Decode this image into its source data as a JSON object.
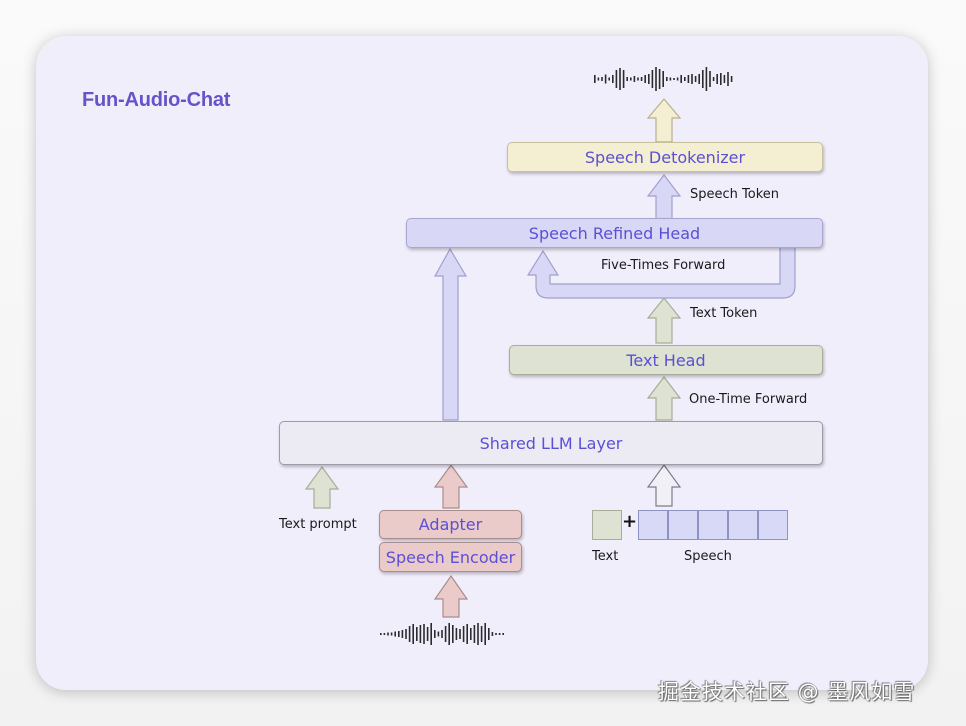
{
  "title": "Fun-Audio-Chat",
  "blocks": {
    "speech_detokenizer": "Speech Detokenizer",
    "speech_refined_head": "Speech Refined Head",
    "text_head": "Text Head",
    "shared_llm_layer": "Shared LLM Layer",
    "adapter": "Adapter",
    "speech_encoder": "Speech Encoder"
  },
  "edge_labels": {
    "speech_token": "Speech Token",
    "five_times_forward": "Five-Times Forward",
    "text_token": "Text Token",
    "one_time_forward": "One-Time Forward"
  },
  "inputs": {
    "text_prompt": "Text prompt",
    "text": "Text",
    "speech": "Speech",
    "plus": "+",
    "speech_token_count": 5,
    "text_token_count": 1
  },
  "colors": {
    "title": "#6653c9",
    "block_text": "#5b4fd6",
    "card_background": "#f1eefc",
    "detokenizer_fill": "#f4efd3",
    "refined_head_fill": "#d8d8f6",
    "text_head_fill": "#dde2d2",
    "llm_fill": "#ecebf4",
    "encoder_fill": "#ebcaca"
  },
  "watermark": "掘金技术社区 @ 墨风如雪"
}
